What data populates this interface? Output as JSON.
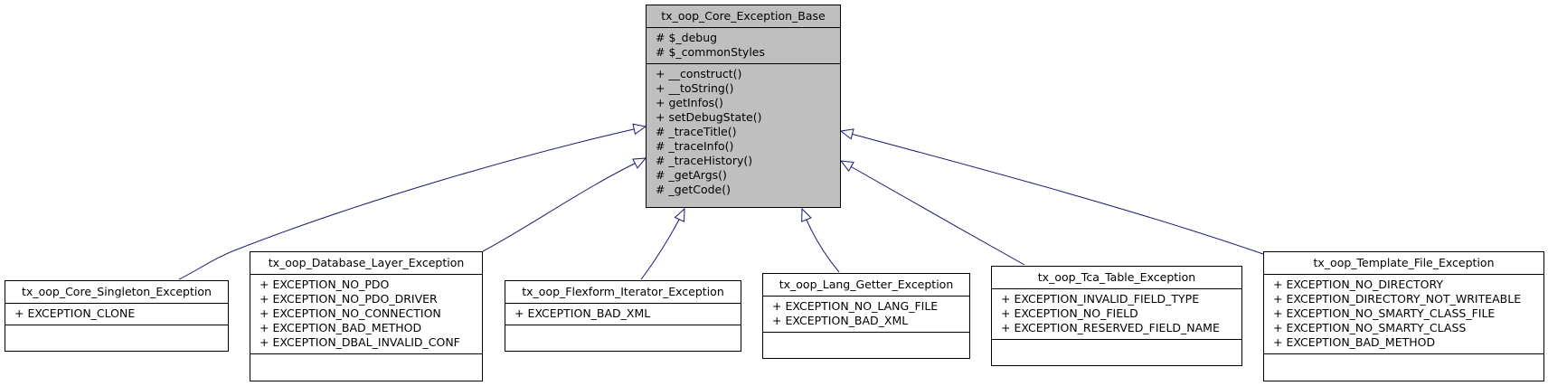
{
  "base": {
    "name": "tx_oop_Core_Exception_Base",
    "attributes": [
      "# $_debug",
      "# $_commonStyles"
    ],
    "operations": [
      "+ __construct()",
      "+ __toString()",
      "+ getInfos()",
      "+ setDebugState()",
      "# _traceTitle()",
      "# _traceInfo()",
      "# _traceHistory()",
      "# _getArgs()",
      "# _getCode()"
    ]
  },
  "subclasses": [
    {
      "name": "tx_oop_Core_Singleton_Exception",
      "attributes": [
        "+ EXCEPTION_CLONE"
      ],
      "operations": []
    },
    {
      "name": "tx_oop_Database_Layer_Exception",
      "attributes": [
        "+ EXCEPTION_NO_PDO",
        "+ EXCEPTION_NO_PDO_DRIVER",
        "+ EXCEPTION_NO_CONNECTION",
        "+ EXCEPTION_BAD_METHOD",
        "+ EXCEPTION_DBAL_INVALID_CONF"
      ],
      "operations": []
    },
    {
      "name": "tx_oop_Flexform_Iterator_Exception",
      "attributes": [
        "+ EXCEPTION_BAD_XML"
      ],
      "operations": []
    },
    {
      "name": "tx_oop_Lang_Getter_Exception",
      "attributes": [
        "+ EXCEPTION_NO_LANG_FILE",
        "+ EXCEPTION_BAD_XML"
      ],
      "operations": []
    },
    {
      "name": "tx_oop_Tca_Table_Exception",
      "attributes": [
        "+ EXCEPTION_INVALID_FIELD_TYPE",
        "+ EXCEPTION_NO_FIELD",
        "+ EXCEPTION_RESERVED_FIELD_NAME"
      ],
      "operations": []
    },
    {
      "name": "tx_oop_Template_File_Exception",
      "attributes": [
        "+ EXCEPTION_NO_DIRECTORY",
        "+ EXCEPTION_DIRECTORY_NOT_WRITEABLE",
        "+ EXCEPTION_NO_SMARTY_CLASS_FILE",
        "+ EXCEPTION_NO_SMARTY_CLASS",
        "+ EXCEPTION_BAD_METHOD"
      ],
      "operations": []
    }
  ],
  "edge_color": "#191970"
}
